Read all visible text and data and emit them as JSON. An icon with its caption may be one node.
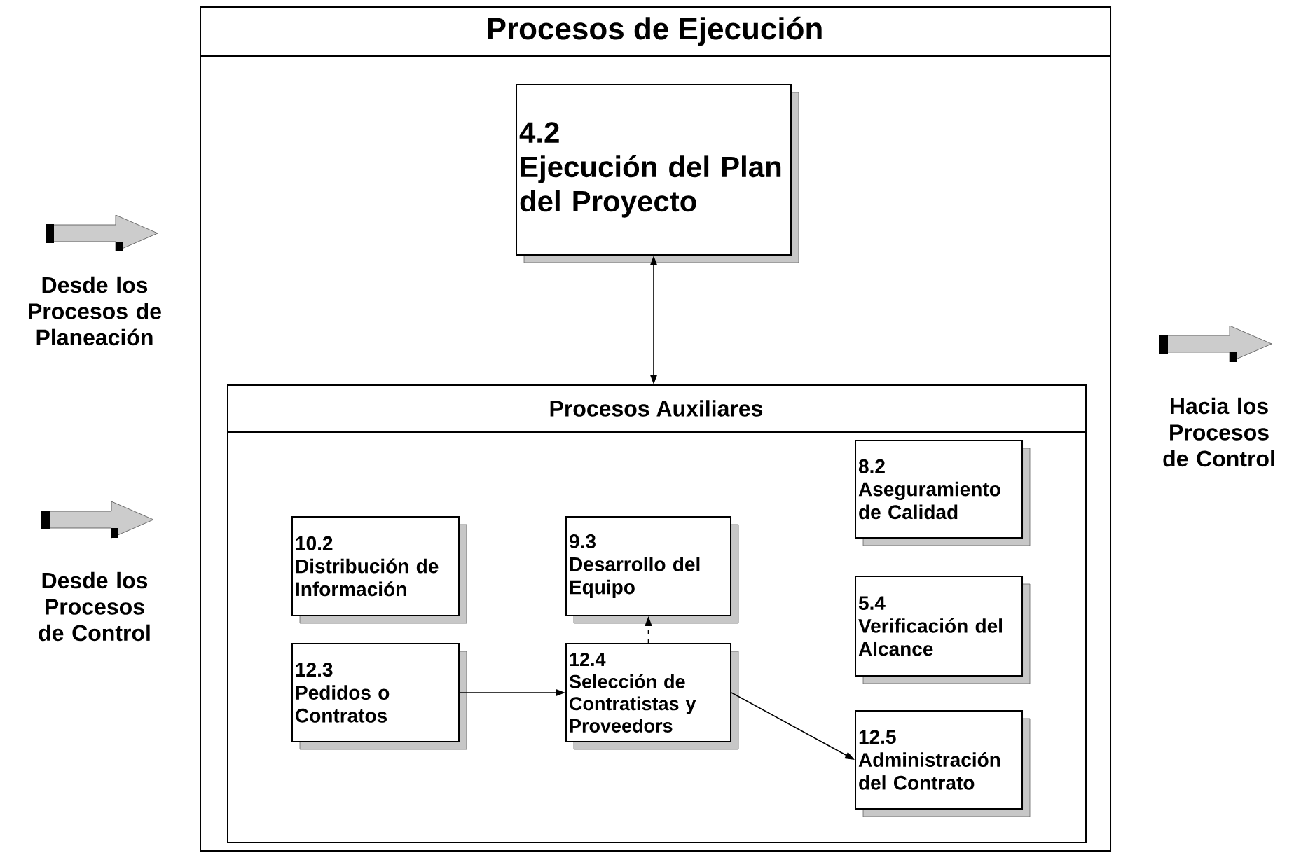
{
  "diagram": {
    "nodes": [
      {
        "text": [
          "Procesos de Ejecución"
        ]
      },
      {
        "text": [
          "4.2",
          "Ejecución del Plan del Proyecto"
        ],
        "in": 0
      },
      {
        "text": [
          "Procesos Auxiliares"
        ],
        "in": 0
      },
      {
        "text": [
          "10.2",
          "Distribución de Información"
        ],
        "in": 2
      },
      {
        "text": [
          "9.3",
          "Desarrollo del Equipo"
        ],
        "in": 2
      },
      {
        "text": [
          "8.2",
          "Aseguramiento de Calidad"
        ],
        "in": 2
      },
      {
        "text": [
          "12.3",
          "Pedidos o Contratos"
        ],
        "in": 2
      },
      {
        "text": [
          "12.4",
          "Selección de Contratistas y Proveedors"
        ],
        "in": 2
      },
      {
        "text": [
          "5.4",
          "Verificación del Alcance"
        ],
        "in": 2
      },
      {
        "text": [
          "12.5",
          "Administración del Contrato"
        ],
        "in": 2
      }
    ],
    "edges": [
      {
        "from": 1,
        "to": 2,
        "arrow": "both"
      },
      {
        "from": 6,
        "to": 7,
        "arrow": "to"
      },
      {
        "from": 7,
        "to": 9,
        "arrow": "to"
      },
      {
        "from": 7,
        "to": 4,
        "arrow": "to",
        "style": "dashed"
      }
    ],
    "labels": [
      "Desde los Procesos de Planeación",
      "Desde los Procesos de Control",
      "Hacia los Procesos de Control"
    ]
  }
}
